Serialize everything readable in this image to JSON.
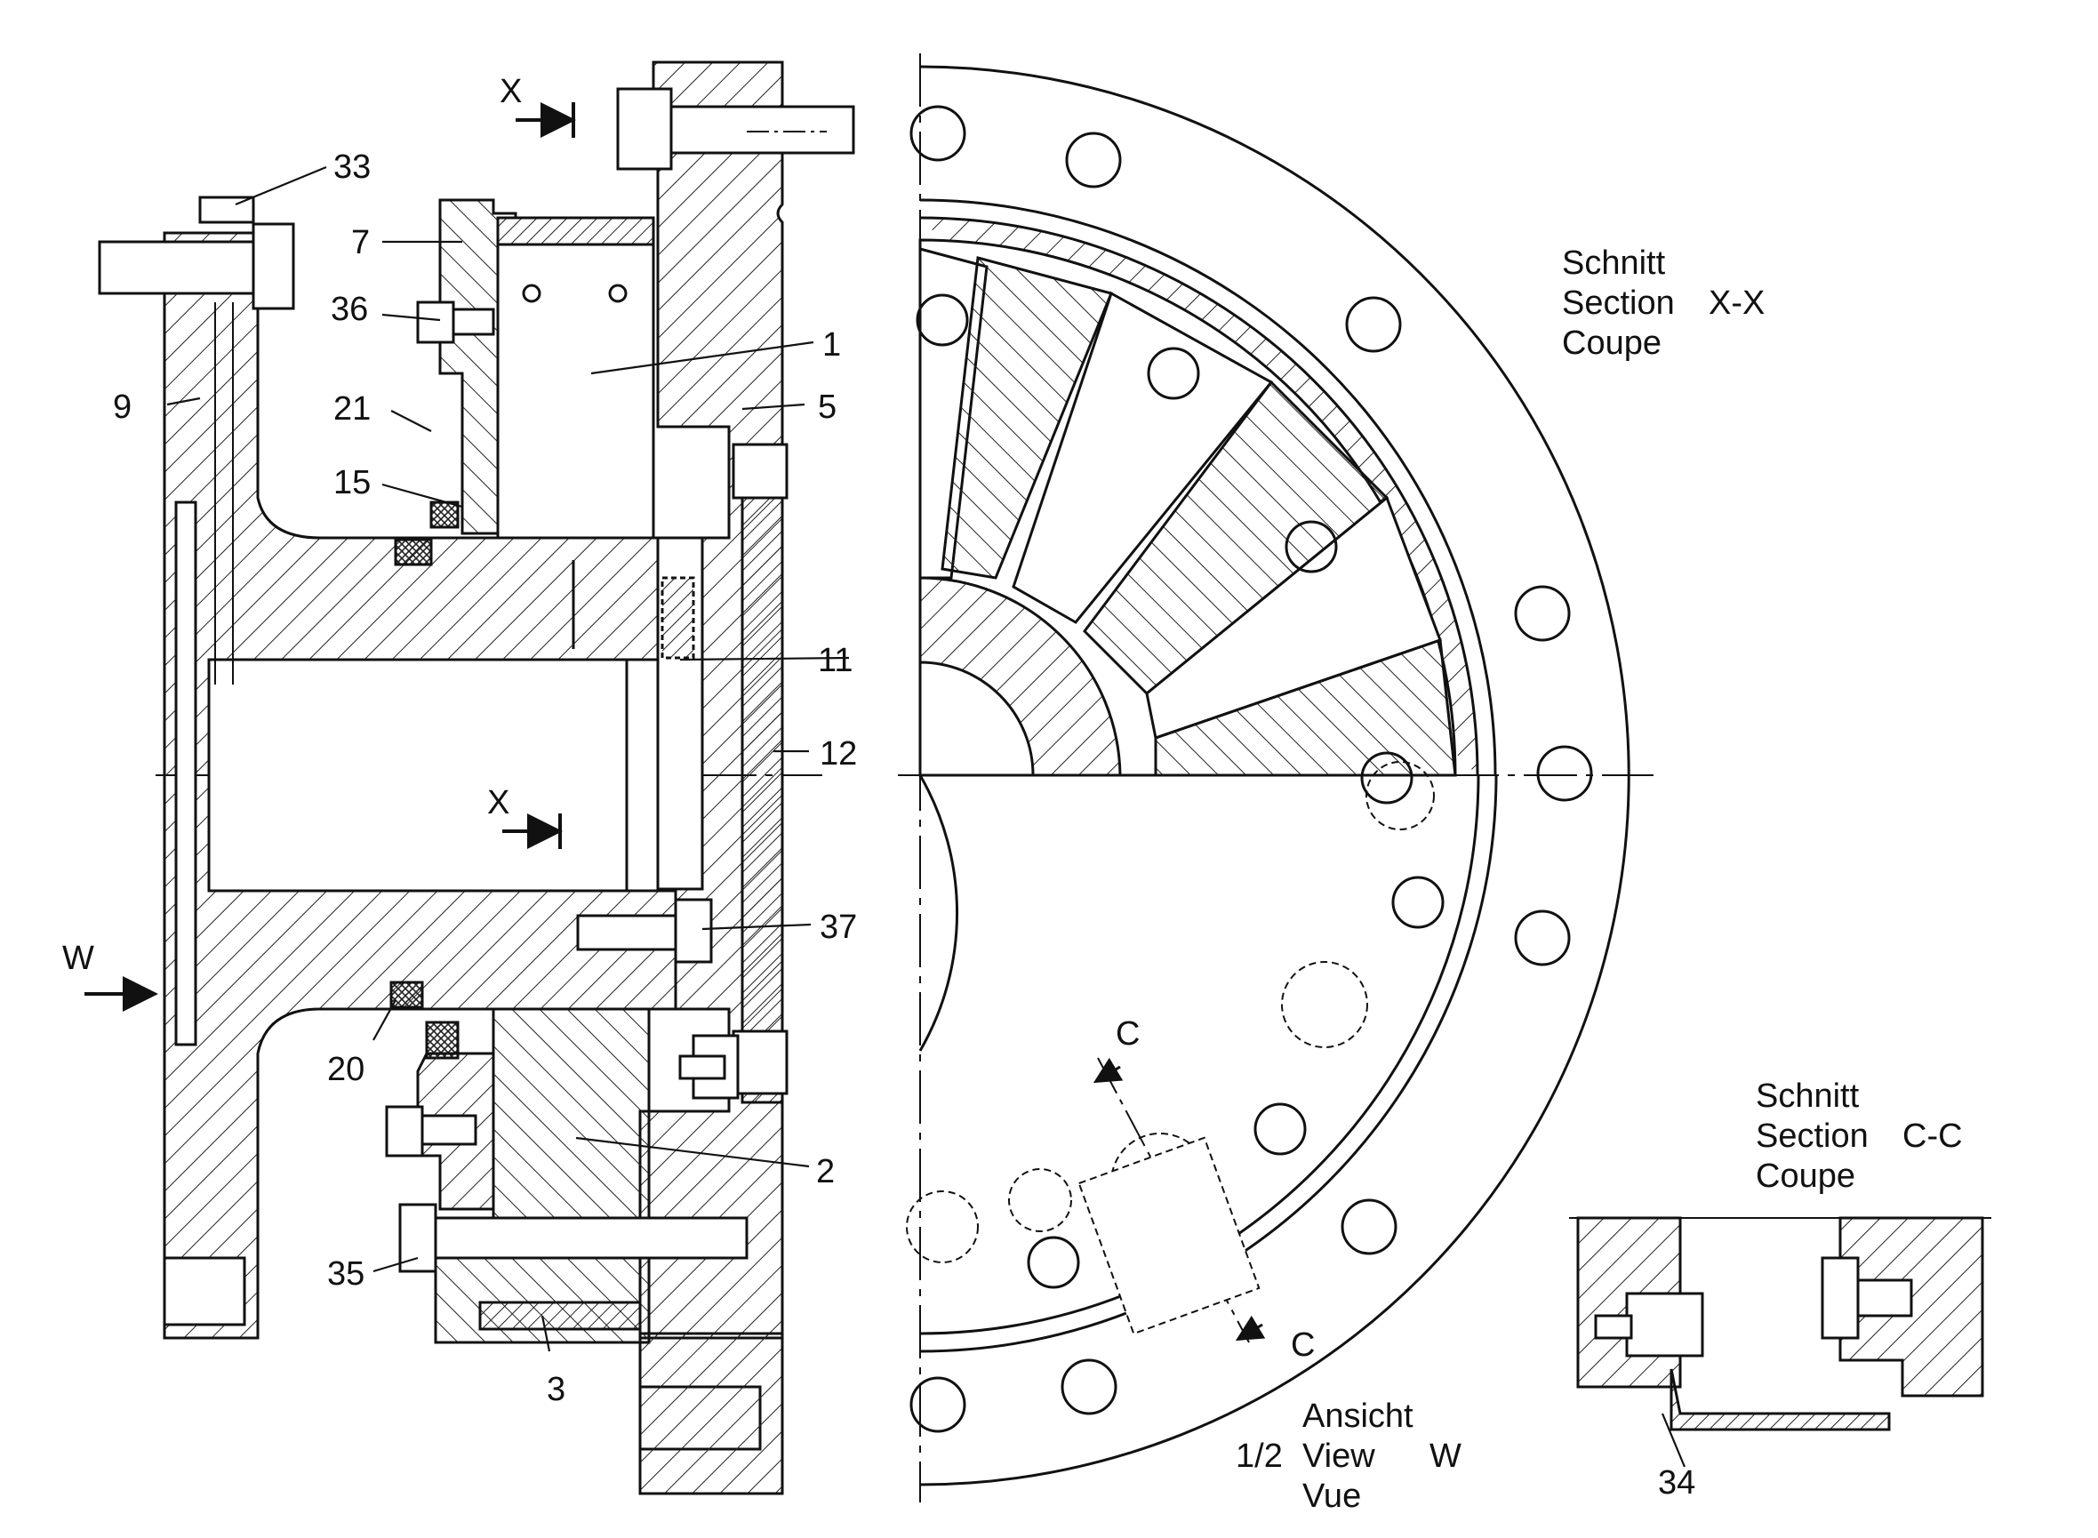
{
  "part_labels": {
    "p33": "33",
    "p7": "7",
    "p36": "36",
    "p9": "9",
    "p21": "21",
    "p15": "15",
    "p1": "1",
    "p5": "5",
    "p11": "11",
    "p12": "12",
    "p37": "37",
    "p20": "20",
    "p2": "2",
    "p35": "35",
    "p3": "3",
    "p34": "34"
  },
  "section_markers": {
    "x_top": "X",
    "x_mid": "X",
    "w_arrow": "W",
    "c_top": "C",
    "c_bottom": "C"
  },
  "section_xx": {
    "line1": "Schnitt",
    "line2": "Section",
    "line2_id": "X-X",
    "line3": "Coupe"
  },
  "section_cc": {
    "line1": "Schnitt",
    "line2": "Section",
    "line2_id": "C-C",
    "line3": "Coupe"
  },
  "view_w": {
    "line1": "Ansicht",
    "scale": "1/2",
    "line2": "View",
    "line2_id": "W",
    "line3": "Vue"
  },
  "colors": {
    "ink": "#111111",
    "paper": "#ffffff"
  }
}
